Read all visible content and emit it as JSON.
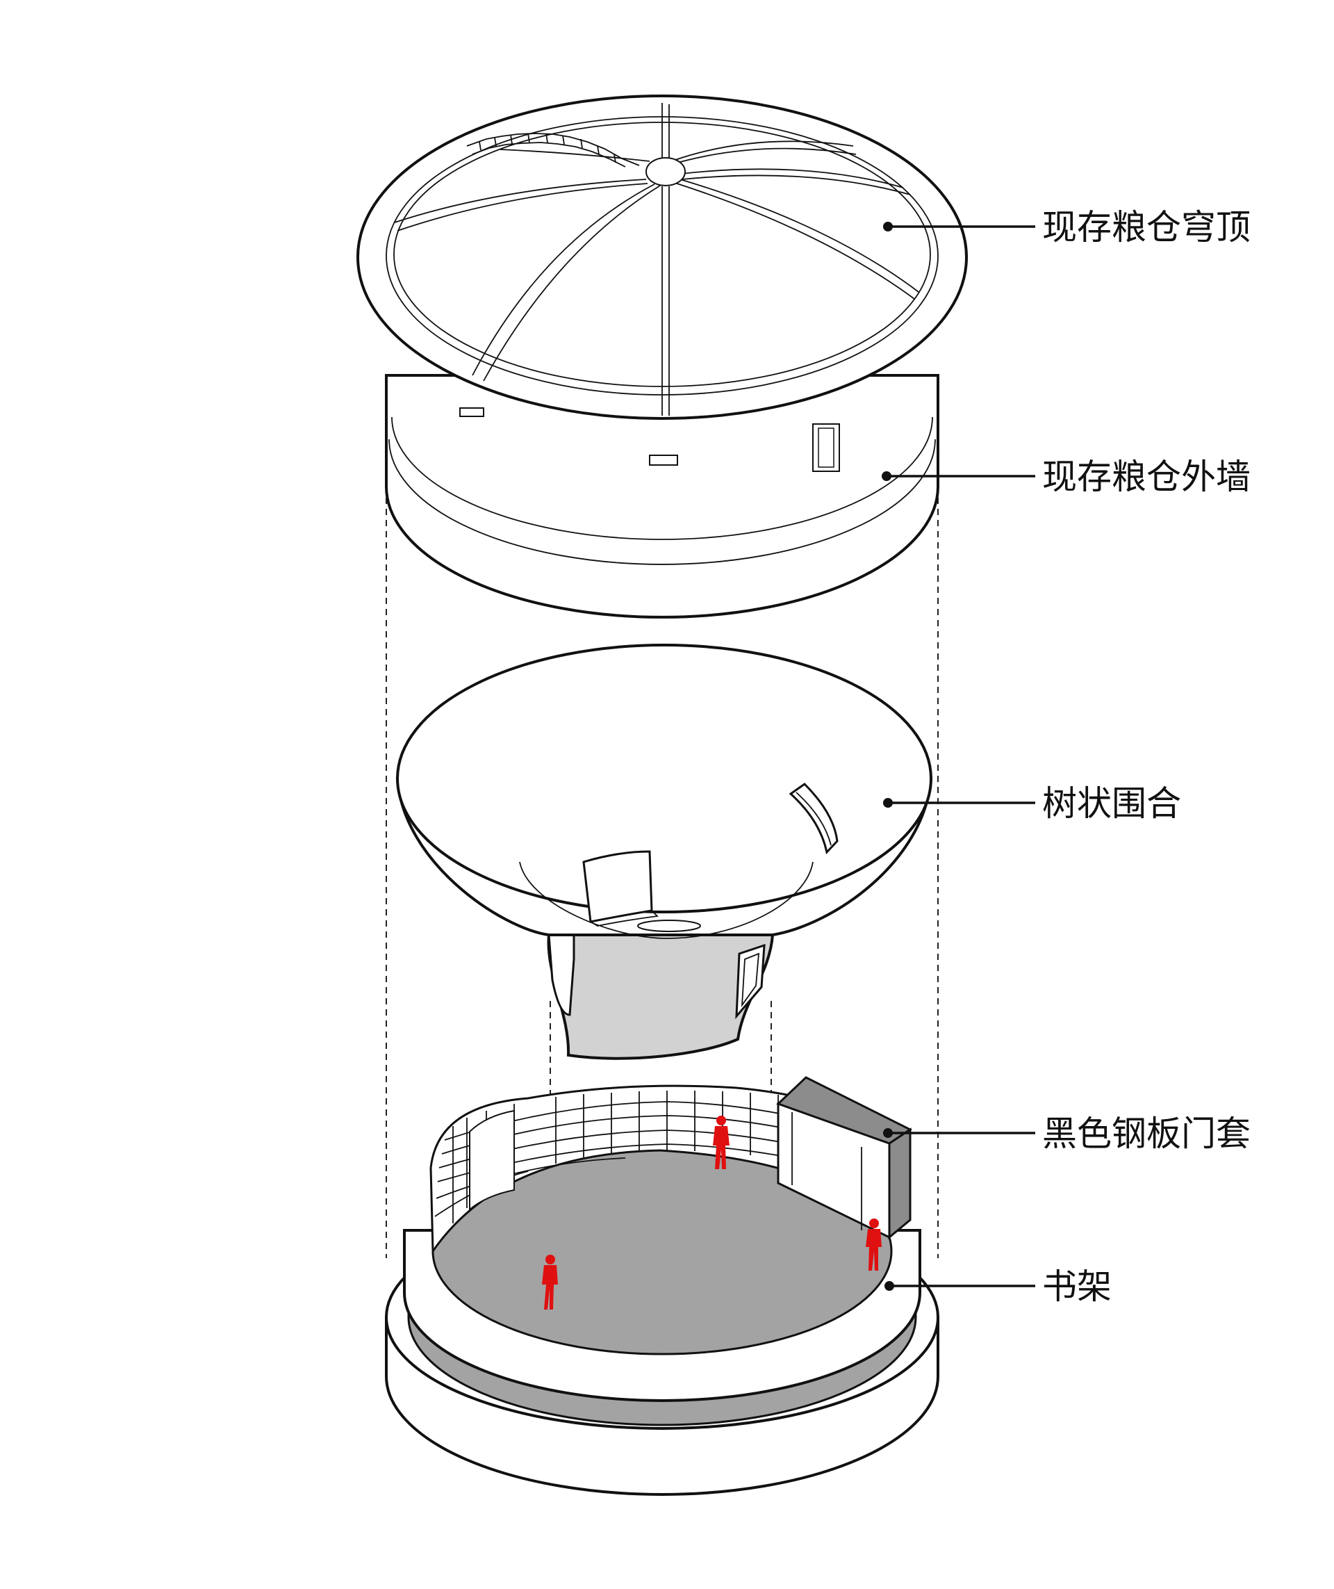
{
  "labels": {
    "dome": "现存粮仓穹顶",
    "outer_wall": "现存粮仓外墙",
    "tree_enclosure": "树状围合",
    "steel_door_frame": "黑色钢板门套",
    "bookshelf": "书架"
  },
  "colors": {
    "line": "#111111",
    "floor": "#a3a3a3",
    "tree_trunk": "#d2d2d2",
    "door_frame": "#8c8c8c",
    "figures": "#e01010",
    "background": "#ffffff"
  }
}
